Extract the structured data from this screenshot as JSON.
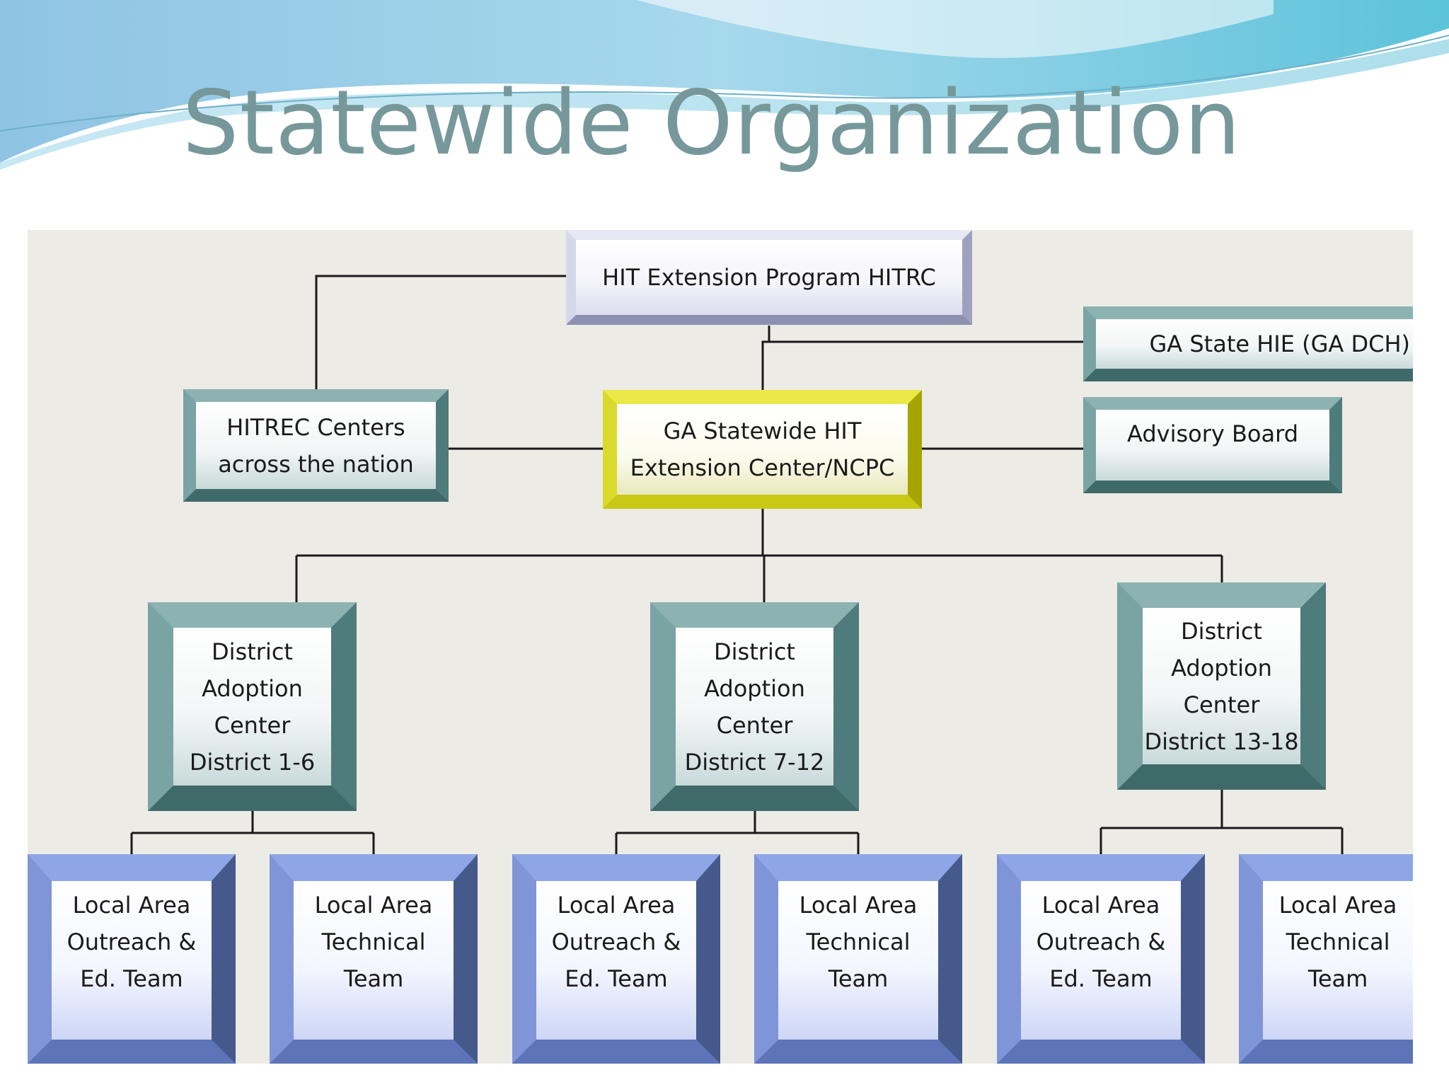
{
  "title": "Statewide Organization",
  "nodes": {
    "hitrc": "HIT Extension Program HITRC",
    "hitrec": "HITREC Centers\nacross the nation",
    "ga_center": "GA Statewide HIT\nExtension Center/NCPC",
    "ga_hie": "GA State HIE (GA DCH)",
    "advisory": "Advisory Board",
    "dac1": "District\nAdoption\nCenter\nDistrict 1-6",
    "dac2": "District\nAdoption\nCenter\nDistrict 7-12",
    "dac3": "District\nAdoption\nCenter\nDistrict 13-18",
    "team1": "Local Area\nOutreach &\nEd. Team",
    "team2": "Local Area\nTechnical\nTeam",
    "team3": "Local Area\nOutreach &\nEd. Team",
    "team4": "Local Area\nTechnical\nTeam",
    "team5": "Local Area\nOutreach &\nEd. Team",
    "team6": "Local Area\nTechnical\nTeam"
  },
  "colors": {
    "title": "#77989A",
    "panel": "#EDEBE6",
    "teal_box": "#5A8A8A",
    "lavender_box": "#A9ABC6",
    "gold_box": "#C9C814",
    "blue_box": "#5D74B8",
    "connector": "#1a1a1a"
  }
}
